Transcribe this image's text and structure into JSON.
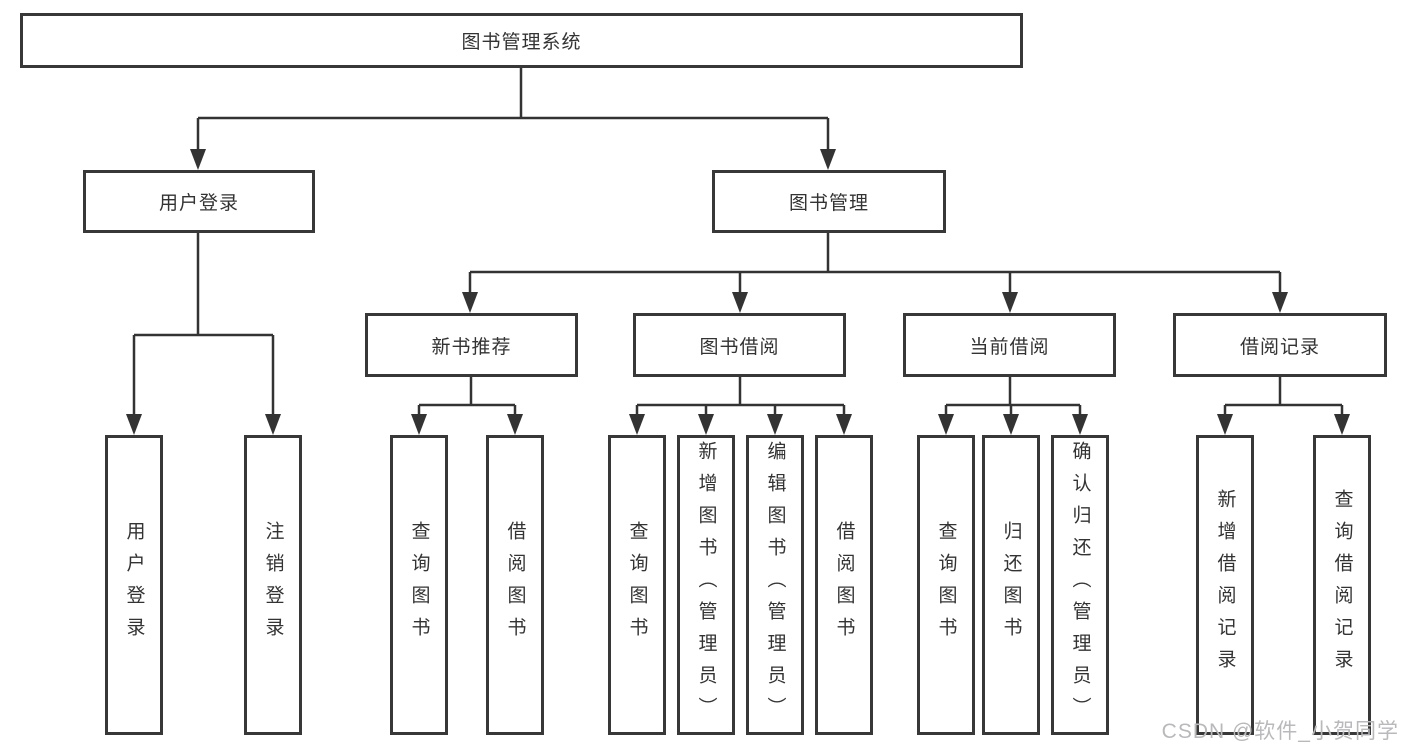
{
  "title_node": "图书管理系统",
  "branches": {
    "user_login": {
      "label": "用户登录",
      "children": [
        "用户登录",
        "注销登录"
      ]
    },
    "book_management": {
      "label": "图书管理",
      "children": {
        "new_book_recommend": {
          "label": "新书推荐",
          "children": [
            "查询图书",
            "借阅图书"
          ]
        },
        "book_borrowing": {
          "label": "图书借阅",
          "children": [
            "查询图书",
            "新增图书（管理员）",
            "编辑图书（管理员）",
            "借阅图书"
          ]
        },
        "current_borrowing": {
          "label": "当前借阅",
          "children": [
            "查询图书",
            "归还图书",
            "确认归还（管理员）"
          ]
        },
        "borrowing_records": {
          "label": "借阅记录",
          "children": [
            "新增借阅记录",
            "查询借阅记录"
          ]
        }
      }
    }
  },
  "watermark": "CSDN @软件_小贺同学",
  "colors": {
    "line": "#333333",
    "box_border": "#383838",
    "text": "#333333",
    "watermark": "#b9b9bc",
    "background": "#ffffff"
  }
}
